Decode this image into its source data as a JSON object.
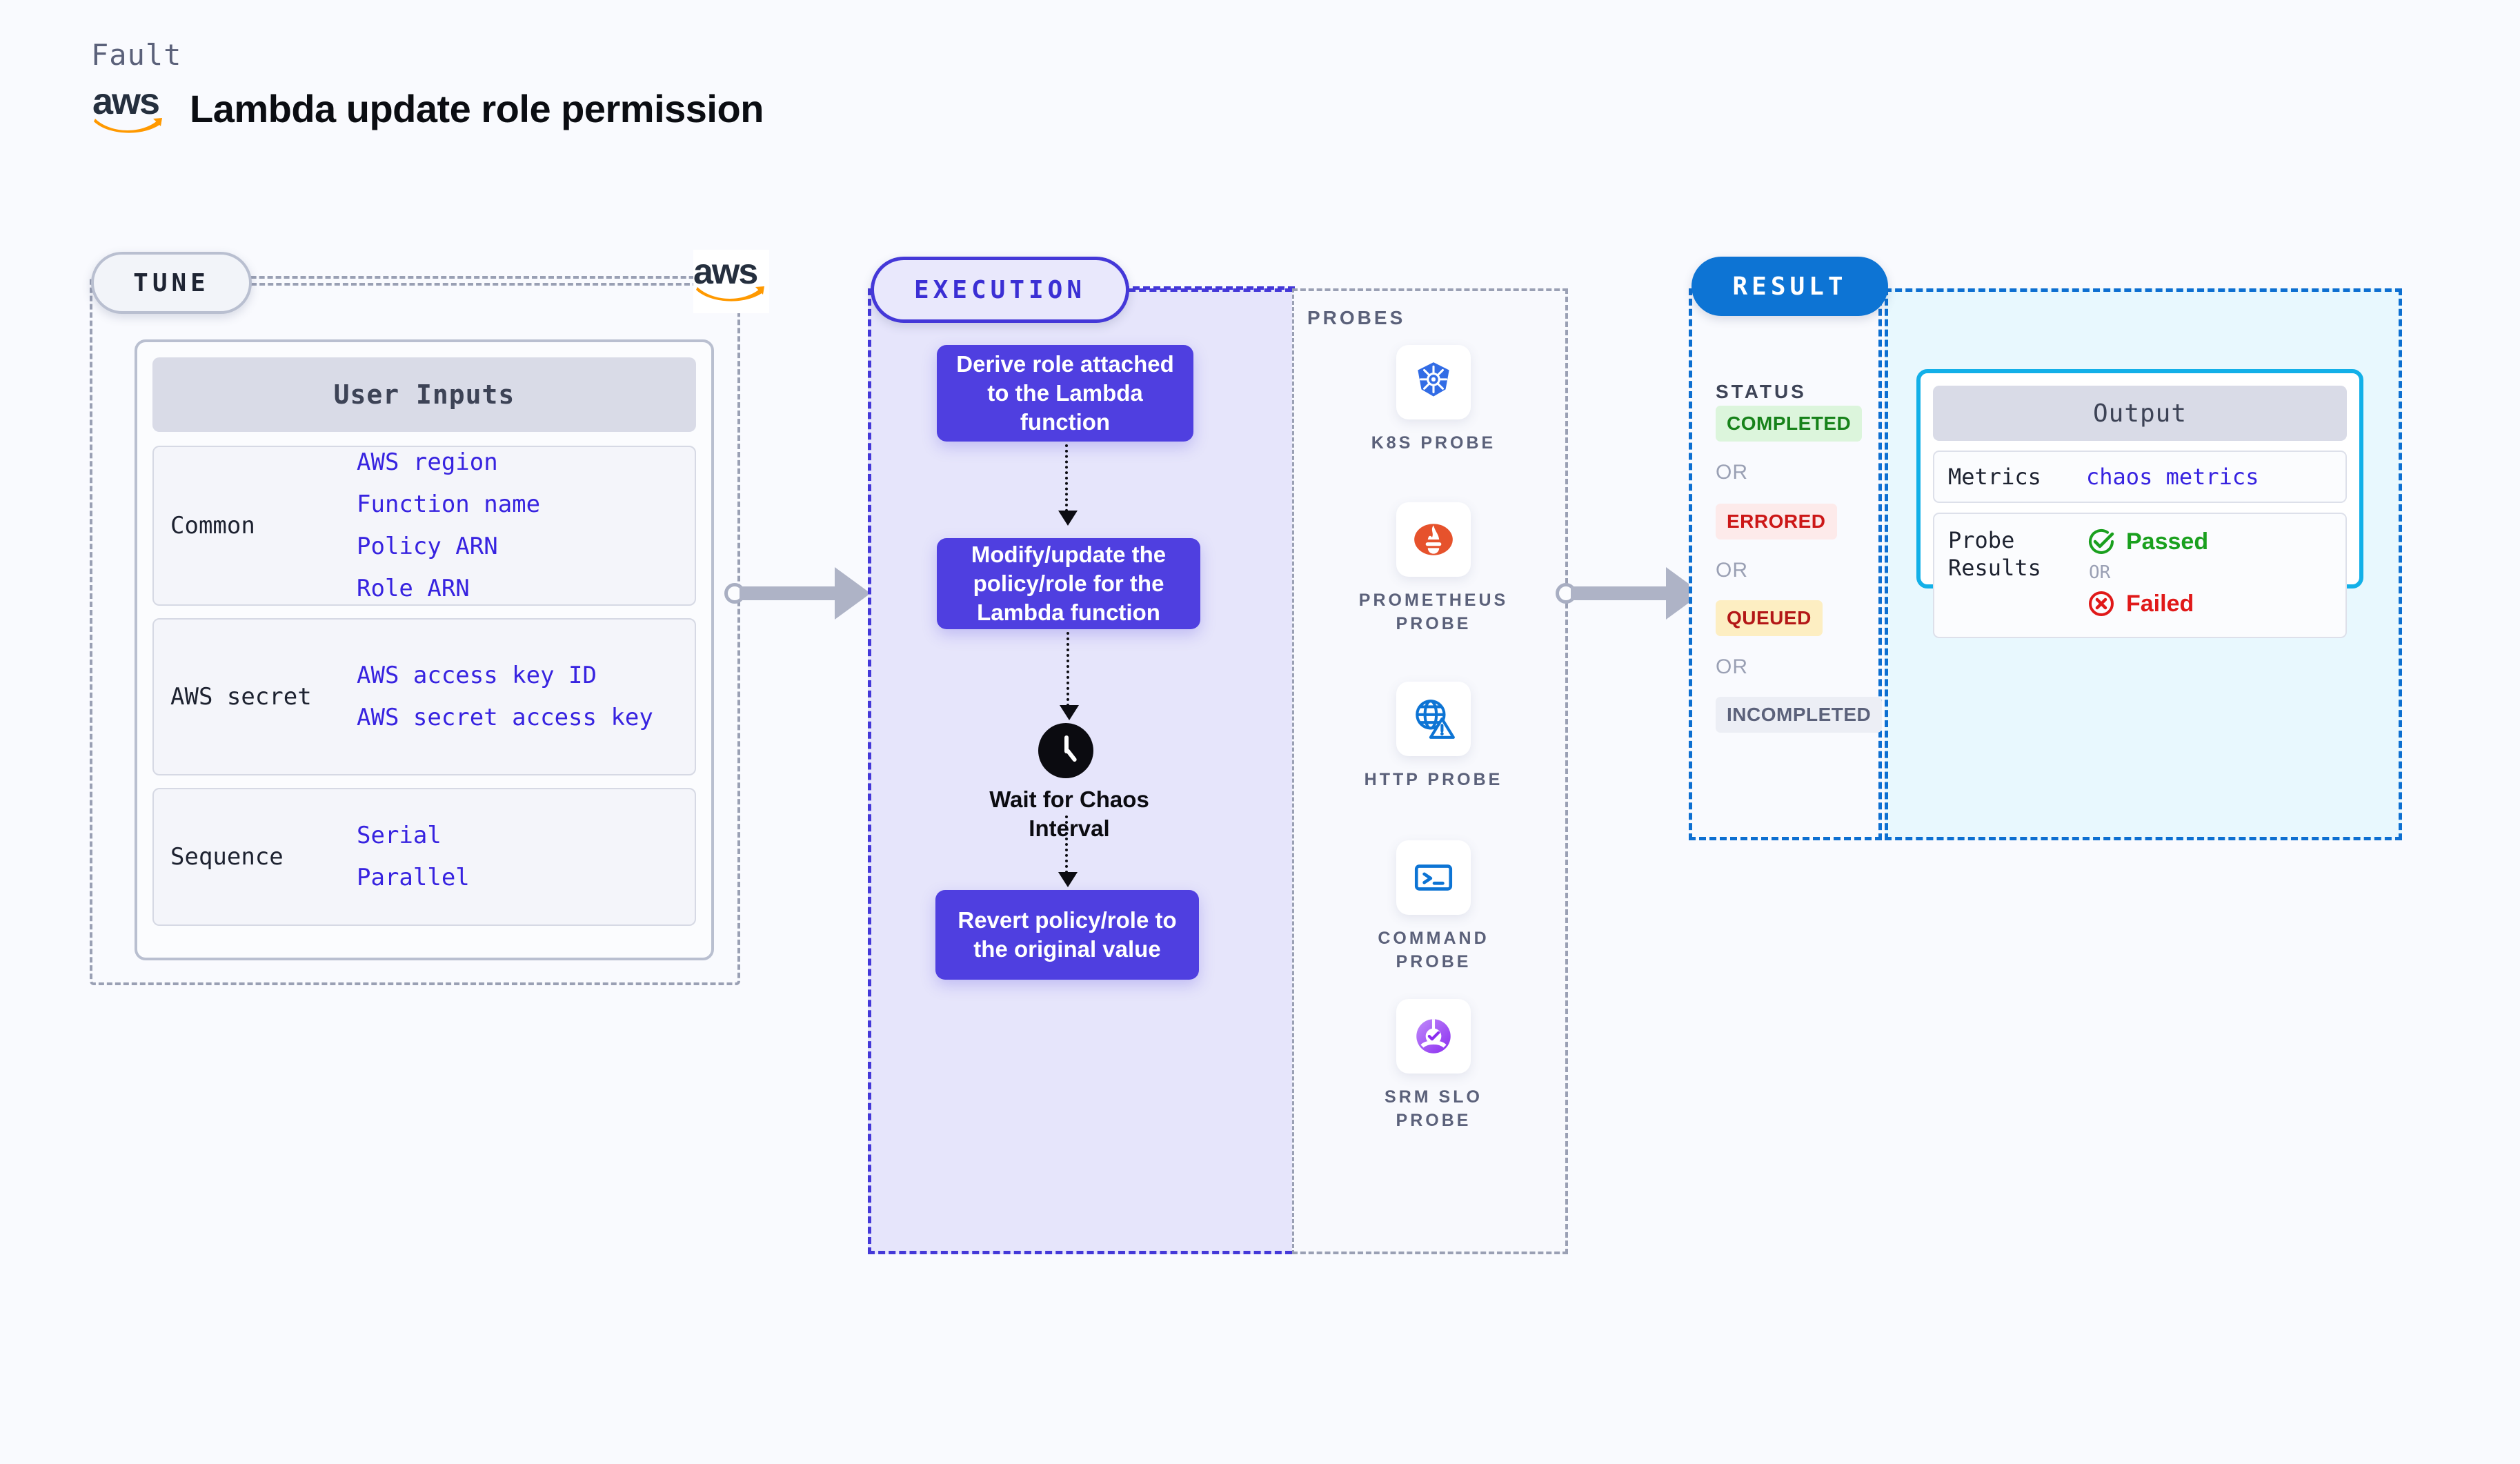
{
  "header": {
    "kicker": "Fault",
    "title": "Lambda update role permission",
    "logo_icon": "aws-logo"
  },
  "tune": {
    "badge": "TUNE",
    "provider_logo_icon": "aws-logo",
    "card_header": "User Inputs",
    "groups": [
      {
        "label": "Common",
        "values": [
          "AWS region",
          "Function name",
          "Policy ARN",
          "Role ARN"
        ]
      },
      {
        "label": "AWS secret",
        "values": [
          "AWS access key ID",
          "AWS secret access key"
        ]
      },
      {
        "label": "Sequence",
        "values": [
          "Serial",
          "Parallel"
        ]
      }
    ]
  },
  "execution": {
    "badge": "EXECUTION",
    "nodes": [
      {
        "text": "Derive role attached to the Lambda function",
        "mark_icon": "litmus-logo-icon"
      },
      {
        "text": "Modify/update the policy/role for the Lambda function",
        "mark_icon": "litmus-logo-icon"
      }
    ],
    "wait": {
      "icon": "clock-icon",
      "label": "Wait for Chaos Interval"
    },
    "revert_node": {
      "text": "Revert policy/role to the original value",
      "mark_icon": "litmus-logo-icon"
    }
  },
  "probes": {
    "label": "PROBES",
    "items": [
      {
        "caption": "K8S PROBE",
        "icon": "kubernetes-icon"
      },
      {
        "caption": "PROMETHEUS PROBE",
        "icon": "prometheus-icon"
      },
      {
        "caption": "HTTP PROBE",
        "icon": "globe-warning-icon"
      },
      {
        "caption": "COMMAND PROBE",
        "icon": "terminal-icon"
      },
      {
        "caption": "SRM SLO PROBE",
        "icon": "srm-slo-icon"
      }
    ]
  },
  "result": {
    "badge": "RESULT",
    "status_label": "STATUS",
    "or_label": "OR",
    "statuses": [
      {
        "text": "COMPLETED",
        "bg": "#dcf5dc",
        "fg": "#17821a"
      },
      {
        "text": "ERRORED",
        "bg": "#fdeaea",
        "fg": "#cc1717"
      },
      {
        "text": "QUEUED",
        "bg": "#fdeec2",
        "fg": "#b31717"
      },
      {
        "text": "INCOMPLETED",
        "bg": "#eceef5",
        "fg": "#5b617a"
      }
    ],
    "output": {
      "header": "Output",
      "metrics_label": "Metrics",
      "metrics_value": "chaos metrics",
      "probe_results_label": "Probe Results",
      "passed": {
        "text": "Passed",
        "icon": "check-circle-icon",
        "color": "#1aa01e"
      },
      "or_label": "OR",
      "failed": {
        "text": "Failed",
        "icon": "x-circle-icon",
        "color": "#e01919"
      }
    }
  },
  "colors": {
    "page_bg": "#f9fafe",
    "tune_border": "#9aa0b4",
    "execution_accent": "#4438d8",
    "execution_node": "#4f3fe0",
    "result_accent": "#0d74d4",
    "output_border": "#13b0e8",
    "link_text": "#3723e0",
    "litmus_pink": "#f8568f"
  }
}
